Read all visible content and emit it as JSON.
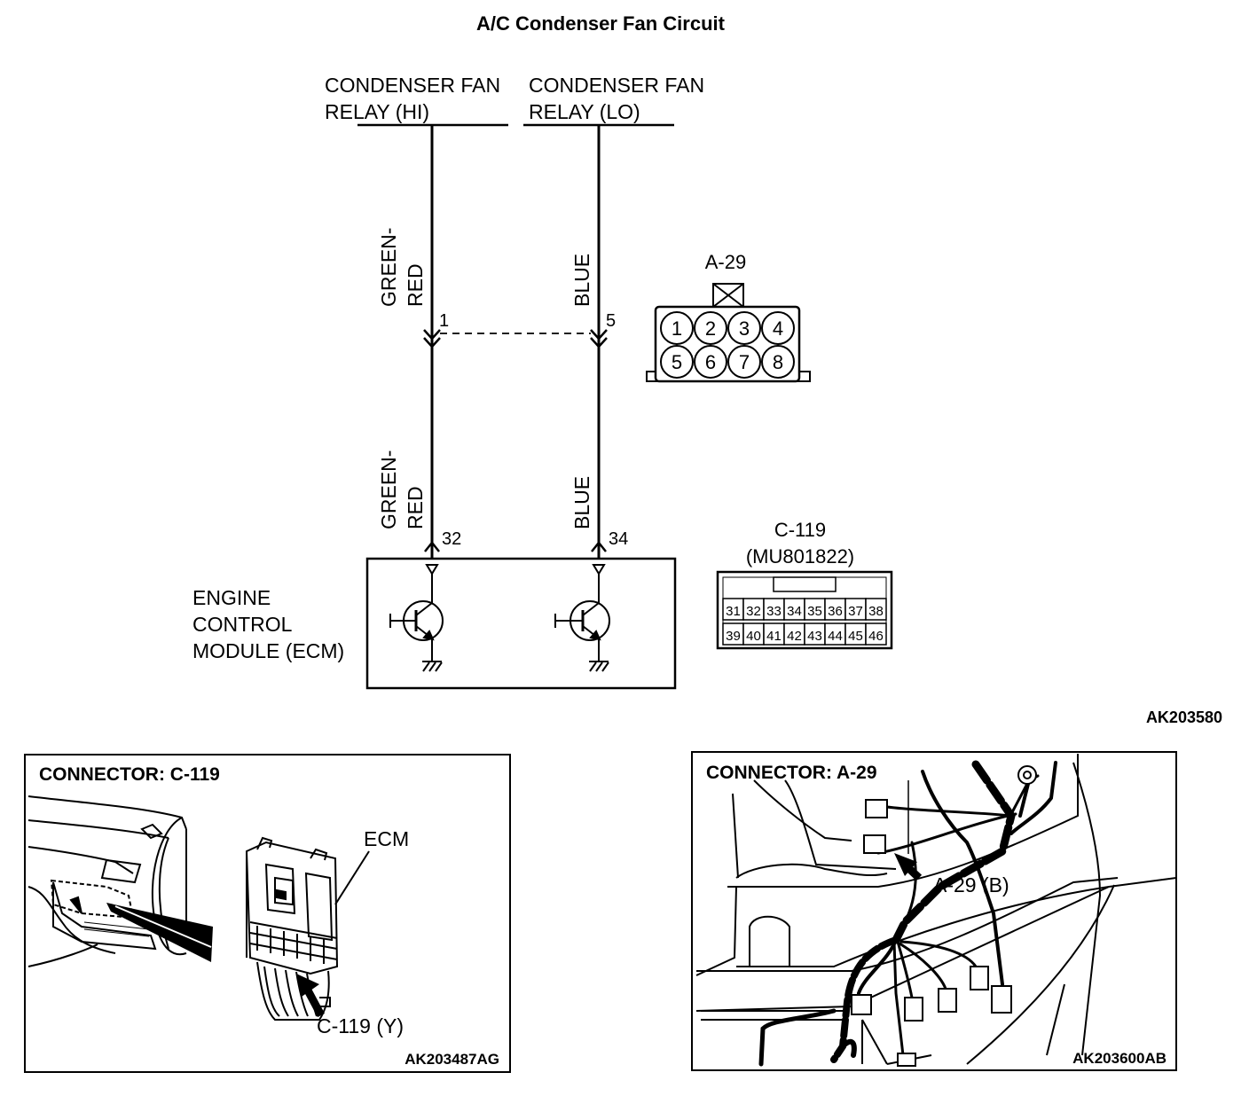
{
  "title": "A/C Condenser Fan Circuit",
  "relay_hi": {
    "line1": "CONDENSER FAN",
    "line2": "RELAY (HI)"
  },
  "relay_lo": {
    "line1": "CONDENSER FAN",
    "line2": "RELAY (LO)"
  },
  "wires": {
    "left_upper": {
      "line1": "GREEN-",
      "line2": "RED"
    },
    "left_lower": {
      "line1": "GREEN-",
      "line2": "RED"
    },
    "right_upper": "BLUE",
    "right_lower": "BLUE"
  },
  "pins": {
    "a29_left": "1",
    "a29_right": "5",
    "c119_left": "32",
    "c119_right": "34"
  },
  "a29": {
    "label": "A-29",
    "top_row": [
      "1",
      "2",
      "3",
      "4"
    ],
    "bottom_row": [
      "5",
      "6",
      "7",
      "8"
    ]
  },
  "c119": {
    "label": "C-119",
    "part": "(MU801822)",
    "top_row": [
      "31",
      "32",
      "33",
      "34",
      "35",
      "36",
      "37",
      "38"
    ],
    "bottom_row": [
      "39",
      "40",
      "41",
      "42",
      "43",
      "44",
      "45",
      "46"
    ]
  },
  "ecm": {
    "line1": "ENGINE",
    "line2": "CONTROL",
    "line3": "MODULE (ECM)"
  },
  "diagram_code": "AK203580",
  "panel_c119": {
    "title": "CONNECTOR: C-119",
    "ecm_label": "ECM",
    "connector_label": "C-119 (Y)",
    "code": "AK203487AG"
  },
  "panel_a29": {
    "title": "CONNECTOR: A-29",
    "connector_label": "A-29 (B)",
    "code": "AK203600AB"
  }
}
